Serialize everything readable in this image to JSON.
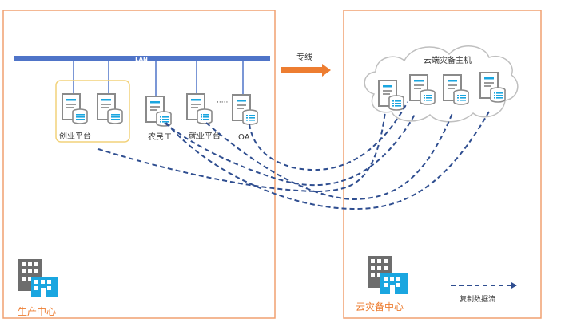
{
  "left_site": {
    "name": "生产中心"
  },
  "right_site": {
    "name": "云灾备中心"
  },
  "lan": {
    "label": "LAN"
  },
  "link": {
    "label": "专线"
  },
  "cloud": {
    "label": "云端灾备主机"
  },
  "servers": [
    {
      "label": "创业平台"
    },
    {
      "label": "农民工"
    },
    {
      "label": "就业平台"
    },
    {
      "label": "OA"
    }
  ],
  "ellipsis": "·····",
  "legend": {
    "label": "复制数据流"
  },
  "colors": {
    "site_border": "#f0a070",
    "lan_bar": "#4f74c8",
    "link_arrow": "#ed7d31",
    "flow_line": "#2f4e90",
    "site_label": "#ed7d31",
    "group_highlight": "#f2d27a"
  }
}
